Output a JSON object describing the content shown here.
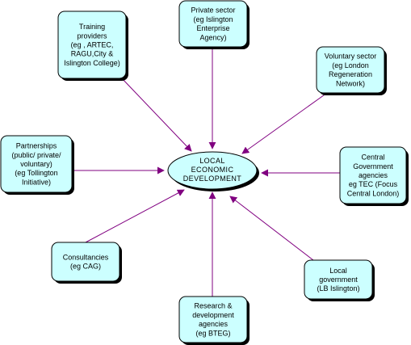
{
  "colors": {
    "box_fill": "#ccffff",
    "box_border": "#000000",
    "shadow": "#000000",
    "arrow": "#800080",
    "center_fill": "#ccffff"
  },
  "center": {
    "lines": [
      "LOCAL",
      "ECONOMIC",
      "DEVELOPMENT"
    ]
  },
  "nodes": [
    {
      "id": "training-providers",
      "lines": [
        "Training",
        "providers",
        "(eg , ARTEC,",
        "RAGU,City &",
        "Islington College)"
      ]
    },
    {
      "id": "private-sector",
      "lines": [
        "Private sector",
        "(eg Islington",
        "Enterprise",
        "Agency)"
      ]
    },
    {
      "id": "voluntary-sector",
      "lines": [
        "Voluntary sector",
        "(eg London",
        "Regeneration",
        "Network)"
      ]
    },
    {
      "id": "partnerships",
      "lines": [
        "Partnerships",
        "(public/ private/",
        "voluntary)",
        "(eg Tollington",
        "Initiative)"
      ]
    },
    {
      "id": "central-government",
      "lines": [
        "Central",
        "Government",
        "agencies",
        "eg TEC (Focus",
        "Central London)"
      ]
    },
    {
      "id": "consultancies",
      "lines": [
        "Consultancies",
        "(eg CAG)"
      ]
    },
    {
      "id": "local-government",
      "lines": [
        "Local",
        "government",
        "(LB Islington)"
      ]
    },
    {
      "id": "research-development",
      "lines": [
        "Research &",
        "development",
        "agencies",
        "(eg BTEG)"
      ]
    }
  ]
}
